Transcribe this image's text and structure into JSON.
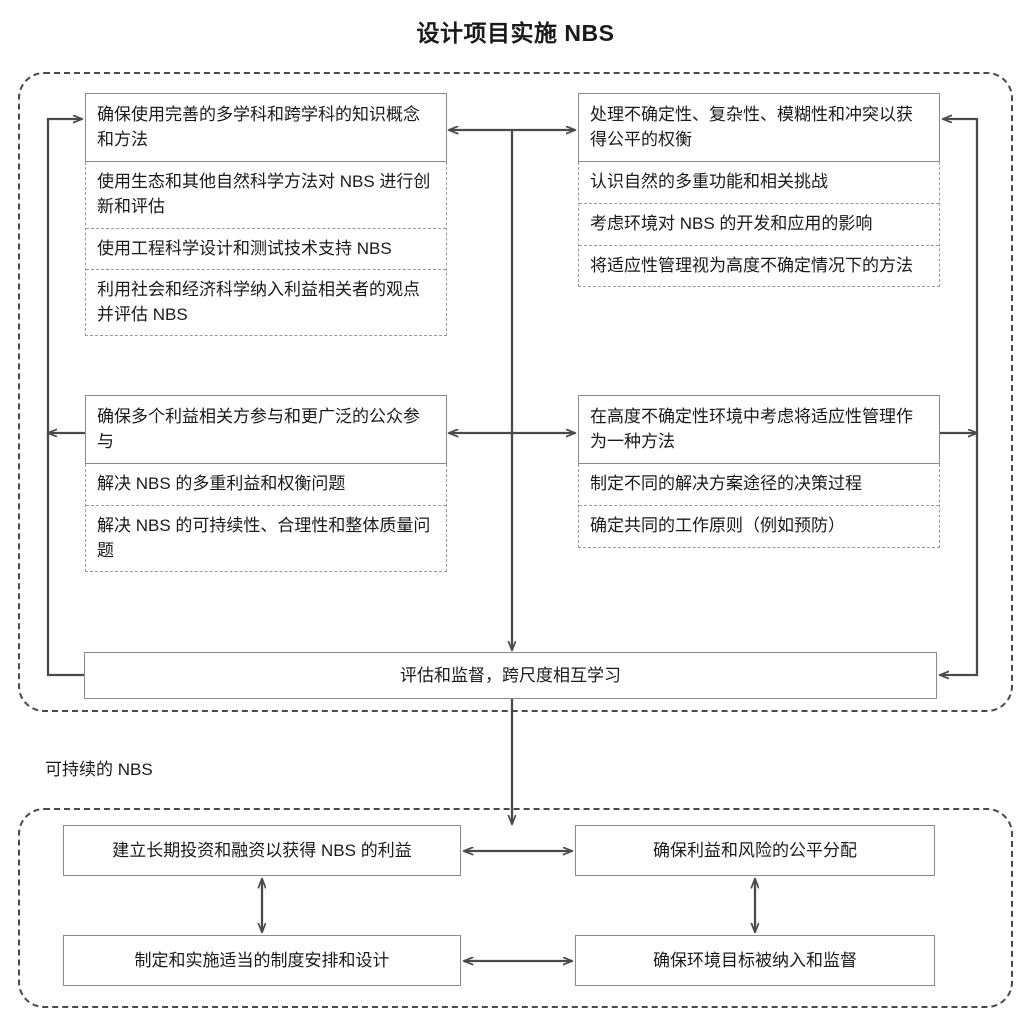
{
  "title": "设计项目实施 NBS",
  "design_section": {
    "groups": [
      {
        "name": "knowledge",
        "header": "确保使用完善的多学科和跨学科的知识概念和方法",
        "items": [
          "使用生态和其他自然科学方法对 NBS 进行创新和评估",
          "使用工程科学设计和测试技术支持 NBS",
          "利用社会和经济科学纳入利益相关者的观点并评估 NBS"
        ]
      },
      {
        "name": "tradeoffs",
        "header": "处理不确定性、复杂性、模糊性和冲突以获得公平的权衡",
        "items": [
          "认识自然的多重功能和相关挑战",
          "考虑环境对 NBS 的开发和应用的影响",
          "将适应性管理视为高度不确定情况下的方法"
        ]
      },
      {
        "name": "stakeholders",
        "header": "确保多个利益相关方参与和更广泛的公众参与",
        "items": [
          "解决 NBS 的多重利益和权衡问题",
          "解决 NBS 的可持续性、合理性和整体质量问题"
        ]
      },
      {
        "name": "adaptive",
        "header": "在高度不确定性环境中考虑将适应性管理作为一种方法",
        "items": [
          "制定不同的解决方案途径的决策过程",
          "确定共同的工作原则（例如预防）"
        ]
      }
    ],
    "assessment_bar": "评估和监督，跨尺度相互学习"
  },
  "sustainable_section": {
    "label": "可持续的 NBS",
    "boxes": [
      {
        "name": "finance",
        "text": "建立长期投资和融资以获得 NBS 的利益"
      },
      {
        "name": "equity",
        "text": "确保利益和风险的公平分配"
      },
      {
        "name": "institutions",
        "text": "制定和实施适当的制度安排和设计"
      },
      {
        "name": "monitoring",
        "text": "确保环境目标被纳入和监督"
      }
    ]
  },
  "colors": {
    "line": "#4a4a4a",
    "box_border": "#8a8a8a",
    "dashed_border": "#9a9a9a",
    "text": "#1a1a1a",
    "background": "#ffffff"
  }
}
